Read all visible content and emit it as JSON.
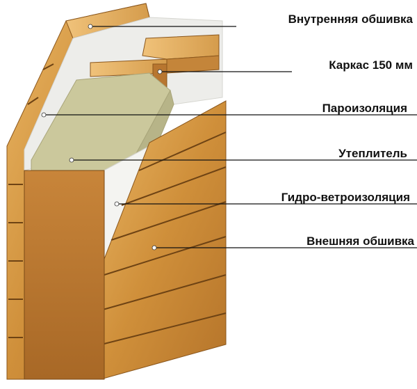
{
  "labels": {
    "inner_sheathing": "Внутренняя обшивка",
    "frame": "Каркас 150 мм",
    "vapor_barrier": "Пароизоляция",
    "insulation": "Утеплитель",
    "wind_water_barrier": "Гидро-ветроизоляция",
    "outer_sheathing": "Внешняя обшивка"
  },
  "colors": {
    "wood_light": "#e2a74e",
    "wood_mid": "#c98a35",
    "wood_dark": "#9a5f1c",
    "insulation": "#c9c69a",
    "membrane": "#f2f2ee",
    "leader_line": "#111111",
    "dot": "#ffffff"
  }
}
